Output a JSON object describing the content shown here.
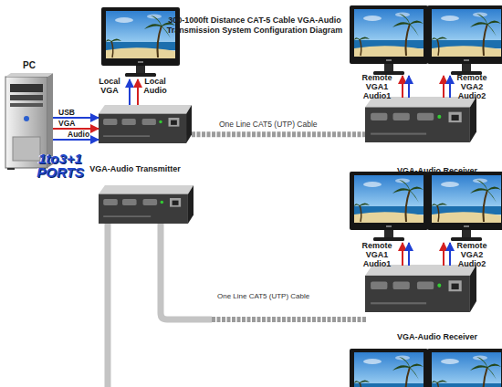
{
  "diagram": {
    "title": "300-1000ft Distance CAT-5 Cable VGA-Audio Transmission System Configuration Diagram",
    "nodes": [
      {
        "text": [
          "PC"
        ]
      },
      {
        "text": [
          "VGA-Audio Transmitter"
        ]
      },
      {
        "text": [
          "VGA-Audio Receiver"
        ]
      },
      {
        "text": [
          "VGA-Audio Receiver"
        ]
      }
    ],
    "edges": [
      {
        "from": 0,
        "to": 1,
        "label": "USB",
        "arrow": "to"
      },
      {
        "from": 0,
        "to": 1,
        "label": "VGA",
        "arrow": "to"
      },
      {
        "from": 0,
        "to": 1,
        "label": "Audio",
        "arrow": "to"
      },
      {
        "from": 1,
        "to": 2,
        "label": "One Line CAT5 (UTP) Cable",
        "arrow": "none"
      }
    ],
    "labels": [
      "Local VGA",
      "Local Audio",
      "1to3+1 PORTS",
      "One Line CAT5 (UTP) Cable",
      "Remote VGA1 Audio1",
      "Remote VGA2 Audio2",
      "Remote VGA1 Audio1",
      "Remote VGA2 Audio2"
    ]
  }
}
